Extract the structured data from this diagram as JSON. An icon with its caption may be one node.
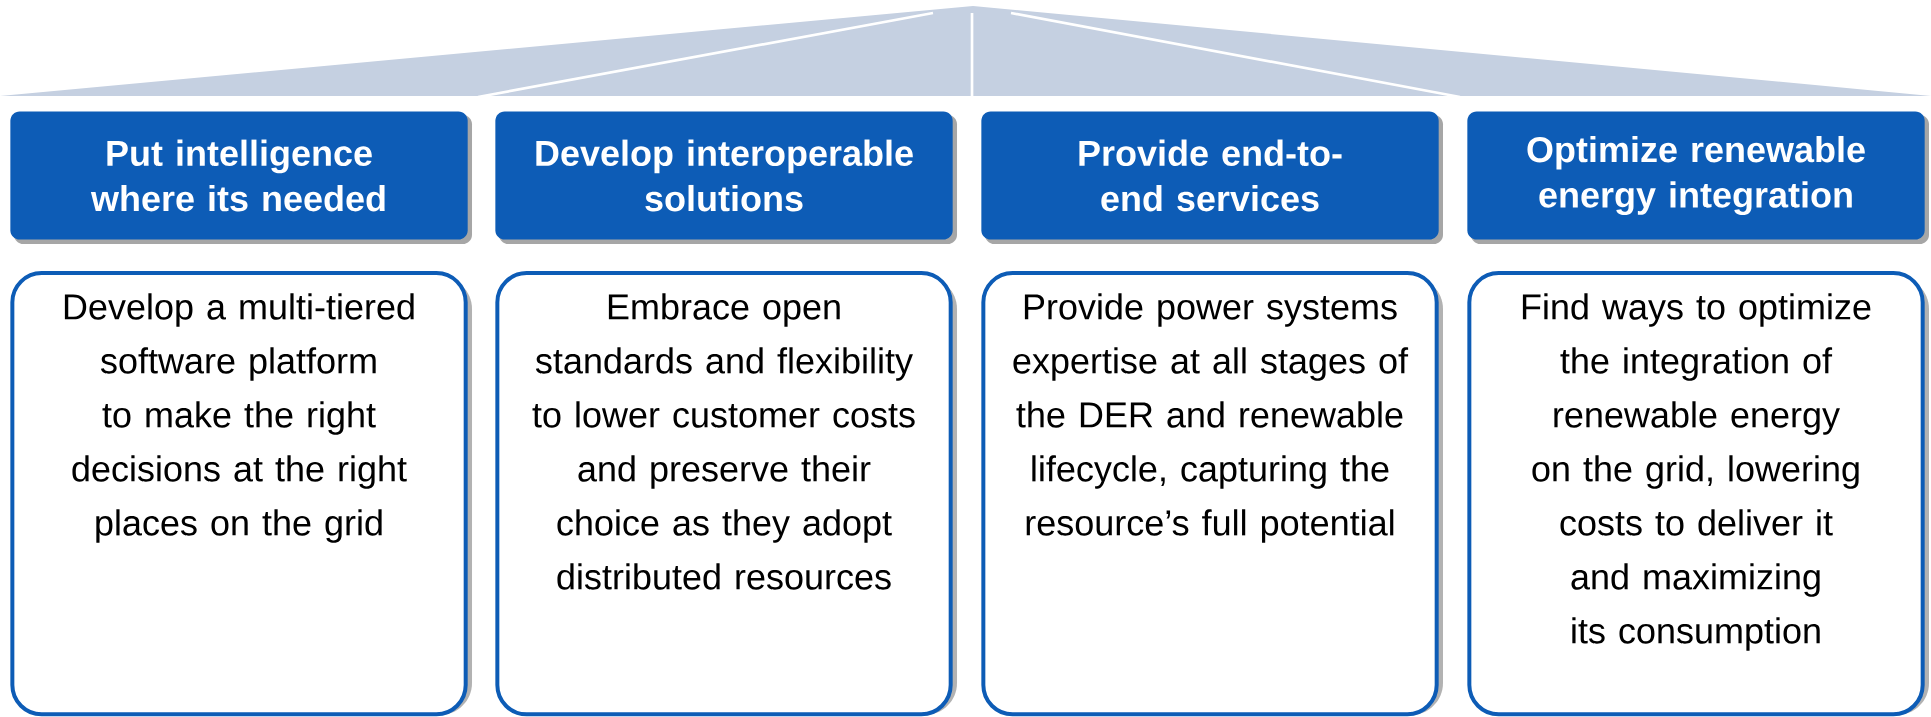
{
  "diagram": {
    "nodes": [
      {
        "text": [
          "Put intelligence where its needed"
        ]
      },
      {
        "text": [
          "Develop interoperable solutions"
        ]
      },
      {
        "text": [
          "Provide end-to-end services"
        ]
      },
      {
        "text": [
          "Optimize renewable energy integration"
        ]
      },
      {
        "text": [
          "Develop a multi-tiered software platform to make the right decisions at the right places on the grid"
        ]
      },
      {
        "text": [
          "Embrace open standards and flexibility to lower customer costs and preserve their choice as they adopt distributed resources"
        ]
      },
      {
        "text": [
          "Provide power systems expertise at all stages of the DER and renewable lifecycle, capturing the resource’s full potential"
        ]
      },
      {
        "text": [
          "Find ways to optimize the integration of renewable energy on the grid, lowering costs to deliver it and maximizing its consumption"
        ]
      }
    ]
  }
}
